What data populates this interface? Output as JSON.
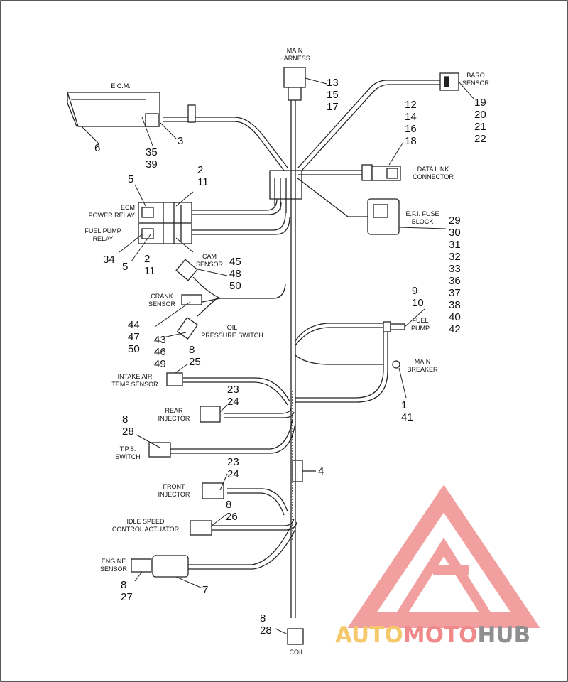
{
  "labels": {
    "main_harness": [
      "MAIN",
      "HARNESS"
    ],
    "baro_sensor": [
      "BARO",
      "SENSOR"
    ],
    "ecm": "E.C.M.",
    "data_link": [
      "DATA LINK",
      "CONNECTOR"
    ],
    "ecm_power_relay": [
      "ECM",
      "POWER RELAY"
    ],
    "fuel_pump_relay": [
      "FUEL PUMP",
      "RELAY"
    ],
    "efi_fuse_block": [
      "E.F.I. FUSE",
      "BLOCK"
    ],
    "cam_sensor": [
      "CAM",
      "SENSOR"
    ],
    "crank_sensor": [
      "CRANK",
      "SENSOR"
    ],
    "oil_pressure_switch": [
      "OIL",
      "PRESSURE SWITCH"
    ],
    "fuel_pump": [
      "FUEL",
      "PUMP"
    ],
    "main_breaker": [
      "MAIN",
      "BREAKER"
    ],
    "intake_air_temp": [
      "INTAKE AIR",
      "TEMP SENSOR"
    ],
    "rear_injector": [
      "REAR",
      "INJECTOR"
    ],
    "tps_switch": [
      "T.P.S.",
      "SWITCH"
    ],
    "front_injector": [
      "FRONT",
      "INJECTOR"
    ],
    "idle_speed": [
      "IDLE SPEED",
      "CONTROL ACTUATOR"
    ],
    "engine_sensor": [
      "ENGINE",
      "SENSOR"
    ],
    "coil": "COIL"
  },
  "callouts": {
    "main_harness": [
      "13",
      "15",
      "17"
    ],
    "baro_sensor": [
      "19",
      "20",
      "21",
      "22"
    ],
    "data_link": [
      "12",
      "14",
      "16",
      "18"
    ],
    "ecm_body": "6",
    "ecm_conn_a": [
      "35",
      "39"
    ],
    "ecm_conn_b": "3",
    "relay_top_left": "5",
    "relay_top_right": [
      "2",
      "11"
    ],
    "relay_bottom_left": "34",
    "relay_bottom_mid": "5",
    "relay_bottom_right": [
      "2",
      "11"
    ],
    "efi_fuse_block": [
      "29",
      "30",
      "31",
      "32",
      "33",
      "36",
      "37",
      "38",
      "40",
      "42"
    ],
    "cam_sensor": [
      "45",
      "48",
      "50"
    ],
    "crank_sensor": [
      "44",
      "47",
      "50"
    ],
    "oil_pressure_switch": [
      "43",
      "46",
      "49"
    ],
    "fuel_pump": [
      "9",
      "10"
    ],
    "main_breaker": [
      "1",
      "41"
    ],
    "intake_air_temp": [
      "8",
      "25"
    ],
    "rear_injector": [
      "23",
      "24"
    ],
    "tps_switch": [
      "8",
      "28"
    ],
    "clip": "4",
    "front_injector": [
      "23",
      "24"
    ],
    "idle_speed": [
      "8",
      "26"
    ],
    "engine_sensor_conn": [
      "8",
      "27"
    ],
    "engine_sensor_body": "7",
    "coil": [
      "8",
      "28"
    ]
  },
  "watermark": {
    "text_parts": [
      "AUTO",
      "MOTO",
      "HUB"
    ],
    "colors": [
      "#f5c96b",
      "#f08a8a",
      "#8f8f8f"
    ],
    "triangle_color": "#ef8f8f"
  }
}
